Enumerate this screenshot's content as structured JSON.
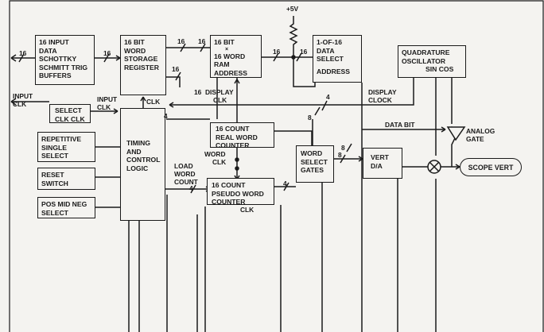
{
  "blocks": {
    "schmitt_buffers": [
      "16 INPUT",
      "DATA",
      "SCHOTTKY",
      "SCHMITT TRIG",
      "BUFFERS"
    ],
    "storage_register": [
      "16 BIT",
      "WORD",
      "STORAGE",
      "REGISTER"
    ],
    "ram": [
      "16 BIT",
      "×",
      "16 WORD",
      "RAM",
      "ADDRESS"
    ],
    "data_select": [
      "1-OF-16",
      "DATA",
      "SELECT",
      "ADDRESS"
    ],
    "oscillator": [
      "QUADRATURE",
      "OSCILLATOR",
      "SIN  COS"
    ],
    "select_clk": [
      "SELECT",
      "CLK CLK"
    ],
    "repetitive": [
      "REPETITIVE",
      "SINGLE",
      "SELECT"
    ],
    "reset": [
      "RESET",
      "SWITCH"
    ],
    "pos_mid_neg": [
      "POS MID NEG",
      "SELECT"
    ],
    "timing": [
      "TIMING",
      "AND",
      "CONTROL",
      "LOGIC"
    ],
    "real_counter": [
      "16 COUNT",
      "REAL WORD",
      "COUNTER"
    ],
    "pseudo_counter": [
      "16 COUNT",
      "PSEUDO WORD",
      "COUNTER"
    ],
    "word_select": [
      "WORD",
      "SELECT",
      "GATES"
    ],
    "vert_da": [
      "VERT",
      "D/A"
    ],
    "scope_vert": "SCOPE VERT"
  },
  "labels": {
    "plus5v": "+5V",
    "bus16_a": "16",
    "bus16_b": "16",
    "bus16_c": "16",
    "bus16_d": "16",
    "bus16_e": "16",
    "bus16_f": "16",
    "bus16_g": "16",
    "bus16_h": "16",
    "input_clk": [
      "INPUT",
      "CLK"
    ],
    "input_clk_2": [
      "INPUT",
      "CLK"
    ],
    "clk_reg": "CLK",
    "display_clk": [
      "DISPLAY",
      "CLK"
    ],
    "display_clock": [
      "DISPLAY",
      "CLOCK"
    ],
    "data_bit": "DATA BIT",
    "analog_gate": [
      "ANALOG",
      "GATE"
    ],
    "word_clk": [
      "WORD",
      "CLK"
    ],
    "load_word_count": [
      "LOAD",
      "WORD",
      "COUNT"
    ],
    "bus4_a": "4",
    "bus4_b": "4",
    "bus4_c": "4",
    "bus4_d": "4",
    "bus8_a": "8",
    "bus8_b": "8",
    "bus8_c": "8",
    "clk_pseudo": "CLK"
  }
}
